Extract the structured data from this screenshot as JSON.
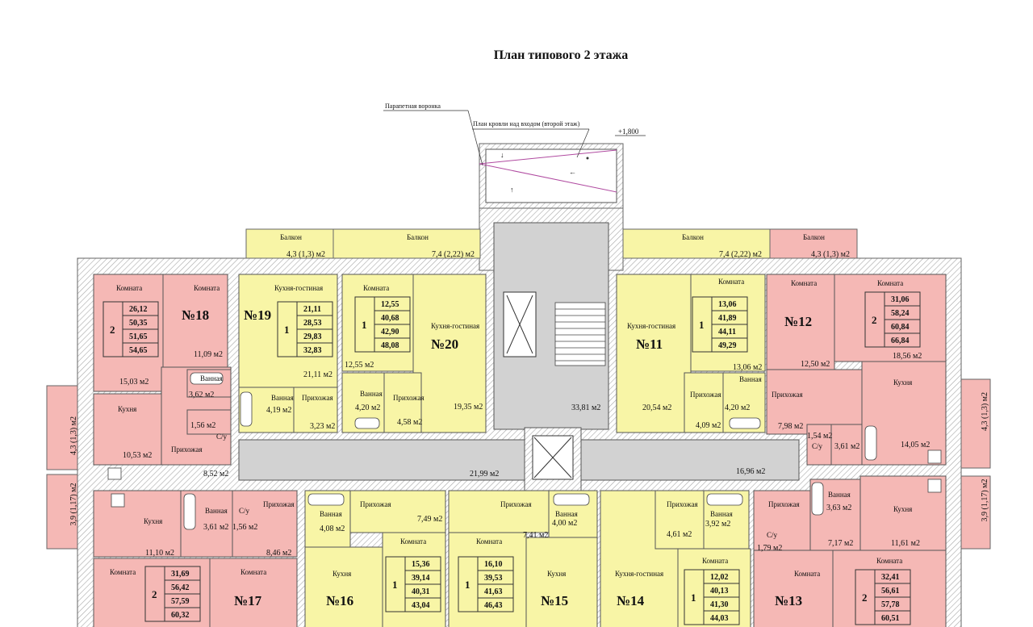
{
  "title": "План типового 2 этажа",
  "annotations": {
    "parapet": "Парапетная воронка",
    "roof": "План кровли над входом (второй этаж)",
    "elevation": "+1,800"
  },
  "colors": {
    "pink": "#f5b8b5",
    "yellow": "#f8f5a6",
    "gray": "#d2d2d2",
    "wall": "#7a7a7a",
    "hatch": "#bdbdbd"
  },
  "balconies": [
    {
      "name": "Балкон",
      "area": "4,3 (1,3) м2"
    },
    {
      "name": "Балкон",
      "area": "7,4 (2,22) м2"
    },
    {
      "name": "Балкон",
      "area": "7,4 (2,22) м2"
    },
    {
      "name": "Балкон",
      "area": "4,3 (1,3) м2"
    }
  ],
  "side_balconies": [
    "4,3 (1,3) м2",
    "3,9 (1,17) м2",
    "4,3 (1,3) м2",
    "3,9 (1,17) м2"
  ],
  "apartments": [
    {
      "no": "№18",
      "rooms": "2",
      "values": [
        "26,12",
        "50,35",
        "51,65",
        "54,65"
      ]
    },
    {
      "no": "№19",
      "rooms": "1",
      "values": [
        "21,11",
        "28,53",
        "29,83",
        "32,83"
      ]
    },
    {
      "no": "№20",
      "rooms": "1",
      "values": [
        "12,55",
        "40,68",
        "42,90",
        "48,08"
      ]
    },
    {
      "no": "№11",
      "rooms": "1",
      "values": [
        "13,06",
        "41,89",
        "44,11",
        "49,29"
      ]
    },
    {
      "no": "№12",
      "rooms": "2",
      "values": [
        "31,06",
        "58,24",
        "60,84",
        "66,84"
      ]
    },
    {
      "no": "№17",
      "rooms": "2",
      "values": [
        "31,69",
        "56,42",
        "57,59",
        "60,32"
      ]
    },
    {
      "no": "№16",
      "rooms": "1",
      "values": [
        "15,36",
        "39,14",
        "40,31",
        "43,04"
      ]
    },
    {
      "no": "№15",
      "rooms": "1",
      "values": [
        "16,10",
        "39,53",
        "41,63",
        "46,43"
      ]
    },
    {
      "no": "№14",
      "rooms": "1",
      "values": [
        "12,02",
        "40,13",
        "41,30",
        "44,03"
      ]
    },
    {
      "no": "№13",
      "rooms": "2",
      "values": [
        "32,41",
        "56,61",
        "57,78",
        "60,51"
      ]
    }
  ],
  "labels": {
    "komnata": "Комната",
    "kuhnya": "Кухня",
    "kuhnya_gost": "Кухня-гостиная",
    "prihozhaya": "Прихожая",
    "vannaya": "Ванная",
    "su": "С/у"
  },
  "areas": {
    "a18_room": "11,09 м2",
    "a18_kitch_room": "15,03 м2",
    "a18_vann": "3,62 м2",
    "a18_su": "1,56 м2",
    "a18_kitch": "10,53 м2",
    "a18_hall": "8,52 м2",
    "a19_kg": "21,11 м2",
    "a19_vann": "4,19 м2",
    "a19_hall": "3,23 м2",
    "a20_room": "12,55 м2",
    "a20_vann": "4,20 м2",
    "a20_hall": "4,58 м2",
    "a20_kg": "19,35 м2",
    "stair": "33,81 м2",
    "a11_room": "13,06 м2",
    "a11_kg": "20,54 м2",
    "a11_hall": "4,09 м2",
    "a11_vann": "4,20 м2",
    "a12_room1": "12,50 м2",
    "a12_room2": "18,56 м2",
    "a12_hall": "7,98 м2",
    "a12_su": "1,54 м2",
    "a12_vann": "3,61 м2",
    "a12_kitch": "14,05 м2",
    "cor_left": "21,99 м2",
    "cor_right": "16,96 м2",
    "a17_kitch": "11,10 м2",
    "a17_vann": "3,61 м2",
    "a17_su": "1,56 м2",
    "a17_hall": "8,46 м2",
    "a16_vann": "4,08 м2",
    "a16_hall": "7,49 м2",
    "a15_hall": "7,41 м2",
    "a15_vann": "4,00 м2",
    "a14_hall": "4,61 м2",
    "a14_vann": "3,92 м2",
    "a13_vann": "3,63 м2",
    "a13_su": "1,79 м2",
    "a13_hall": "7,17 м2",
    "a13_kitch": "11,61 м2"
  }
}
